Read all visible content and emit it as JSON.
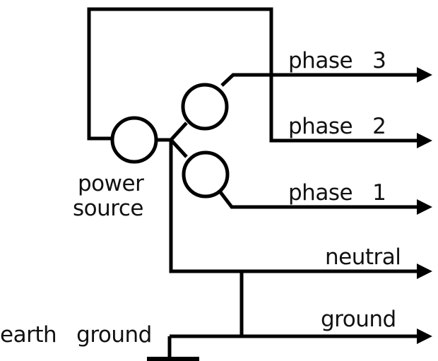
{
  "labels": {
    "phase3": "phase   3",
    "phase2": "phase   2",
    "phase1": "phase   1",
    "neutral": "neutral",
    "ground": "ground",
    "earth_ground": "earth   ground",
    "power_source_line1": "power",
    "power_source_line2": "source"
  },
  "colors": {
    "line": "#000000",
    "background": "#ffffff"
  }
}
